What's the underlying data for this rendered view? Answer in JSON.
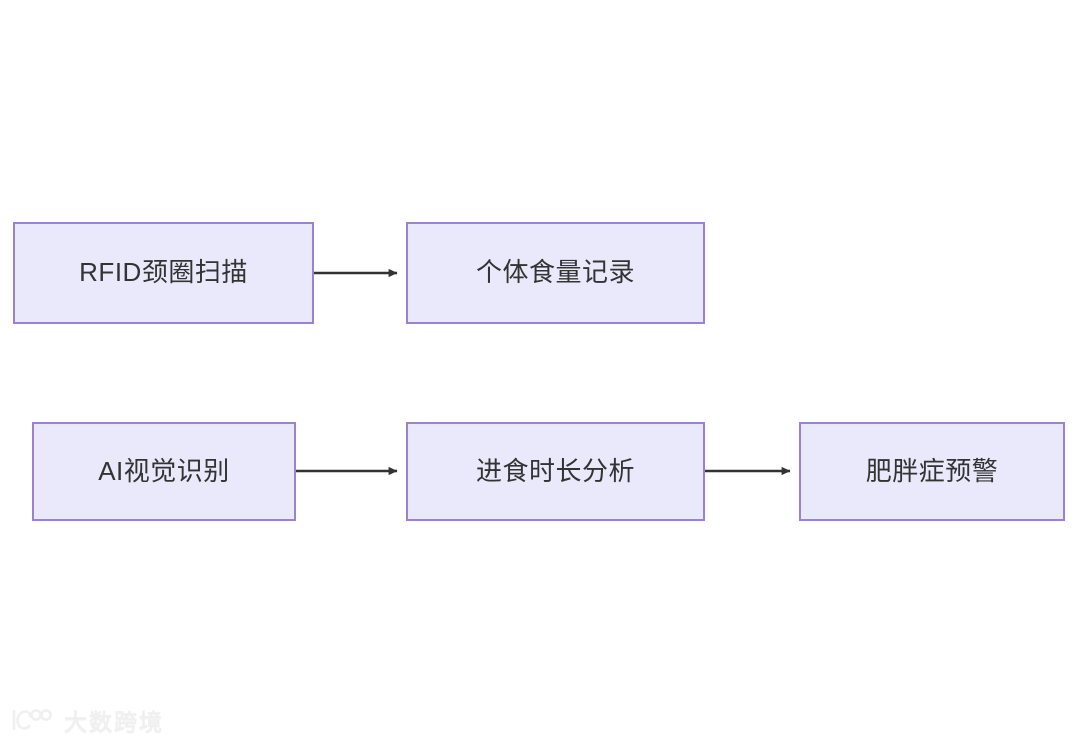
{
  "diagram": {
    "type": "flowchart",
    "direction": "left-to-right",
    "background_color": "#ffffff",
    "node_style": {
      "fill": "#eae9fc",
      "border": "#9a82cf",
      "text_color": "#333333",
      "shape": "rectangle"
    },
    "edge_style": {
      "color": "#333333",
      "arrowhead": "solid-triangle"
    },
    "nodes": [
      {
        "id": "rfid-scan",
        "label": "RFID颈圈扫描",
        "row": 1,
        "col": 1
      },
      {
        "id": "intake-log",
        "label": "个体食量记录",
        "row": 1,
        "col": 2
      },
      {
        "id": "ai-vision",
        "label": "AI视觉识别",
        "row": 2,
        "col": 1
      },
      {
        "id": "duration",
        "label": "进食时长分析",
        "row": 2,
        "col": 2
      },
      {
        "id": "obesity",
        "label": "肥胖症预警",
        "row": 2,
        "col": 3
      }
    ],
    "edges": [
      {
        "from": "rfid-scan",
        "to": "intake-log",
        "label": ""
      },
      {
        "from": "ai-vision",
        "to": "duration",
        "label": ""
      },
      {
        "from": "duration",
        "to": "obesity",
        "label": ""
      }
    ]
  },
  "watermark": {
    "text": "大数跨境",
    "logo_name": "dashu-kuajing-logo"
  }
}
